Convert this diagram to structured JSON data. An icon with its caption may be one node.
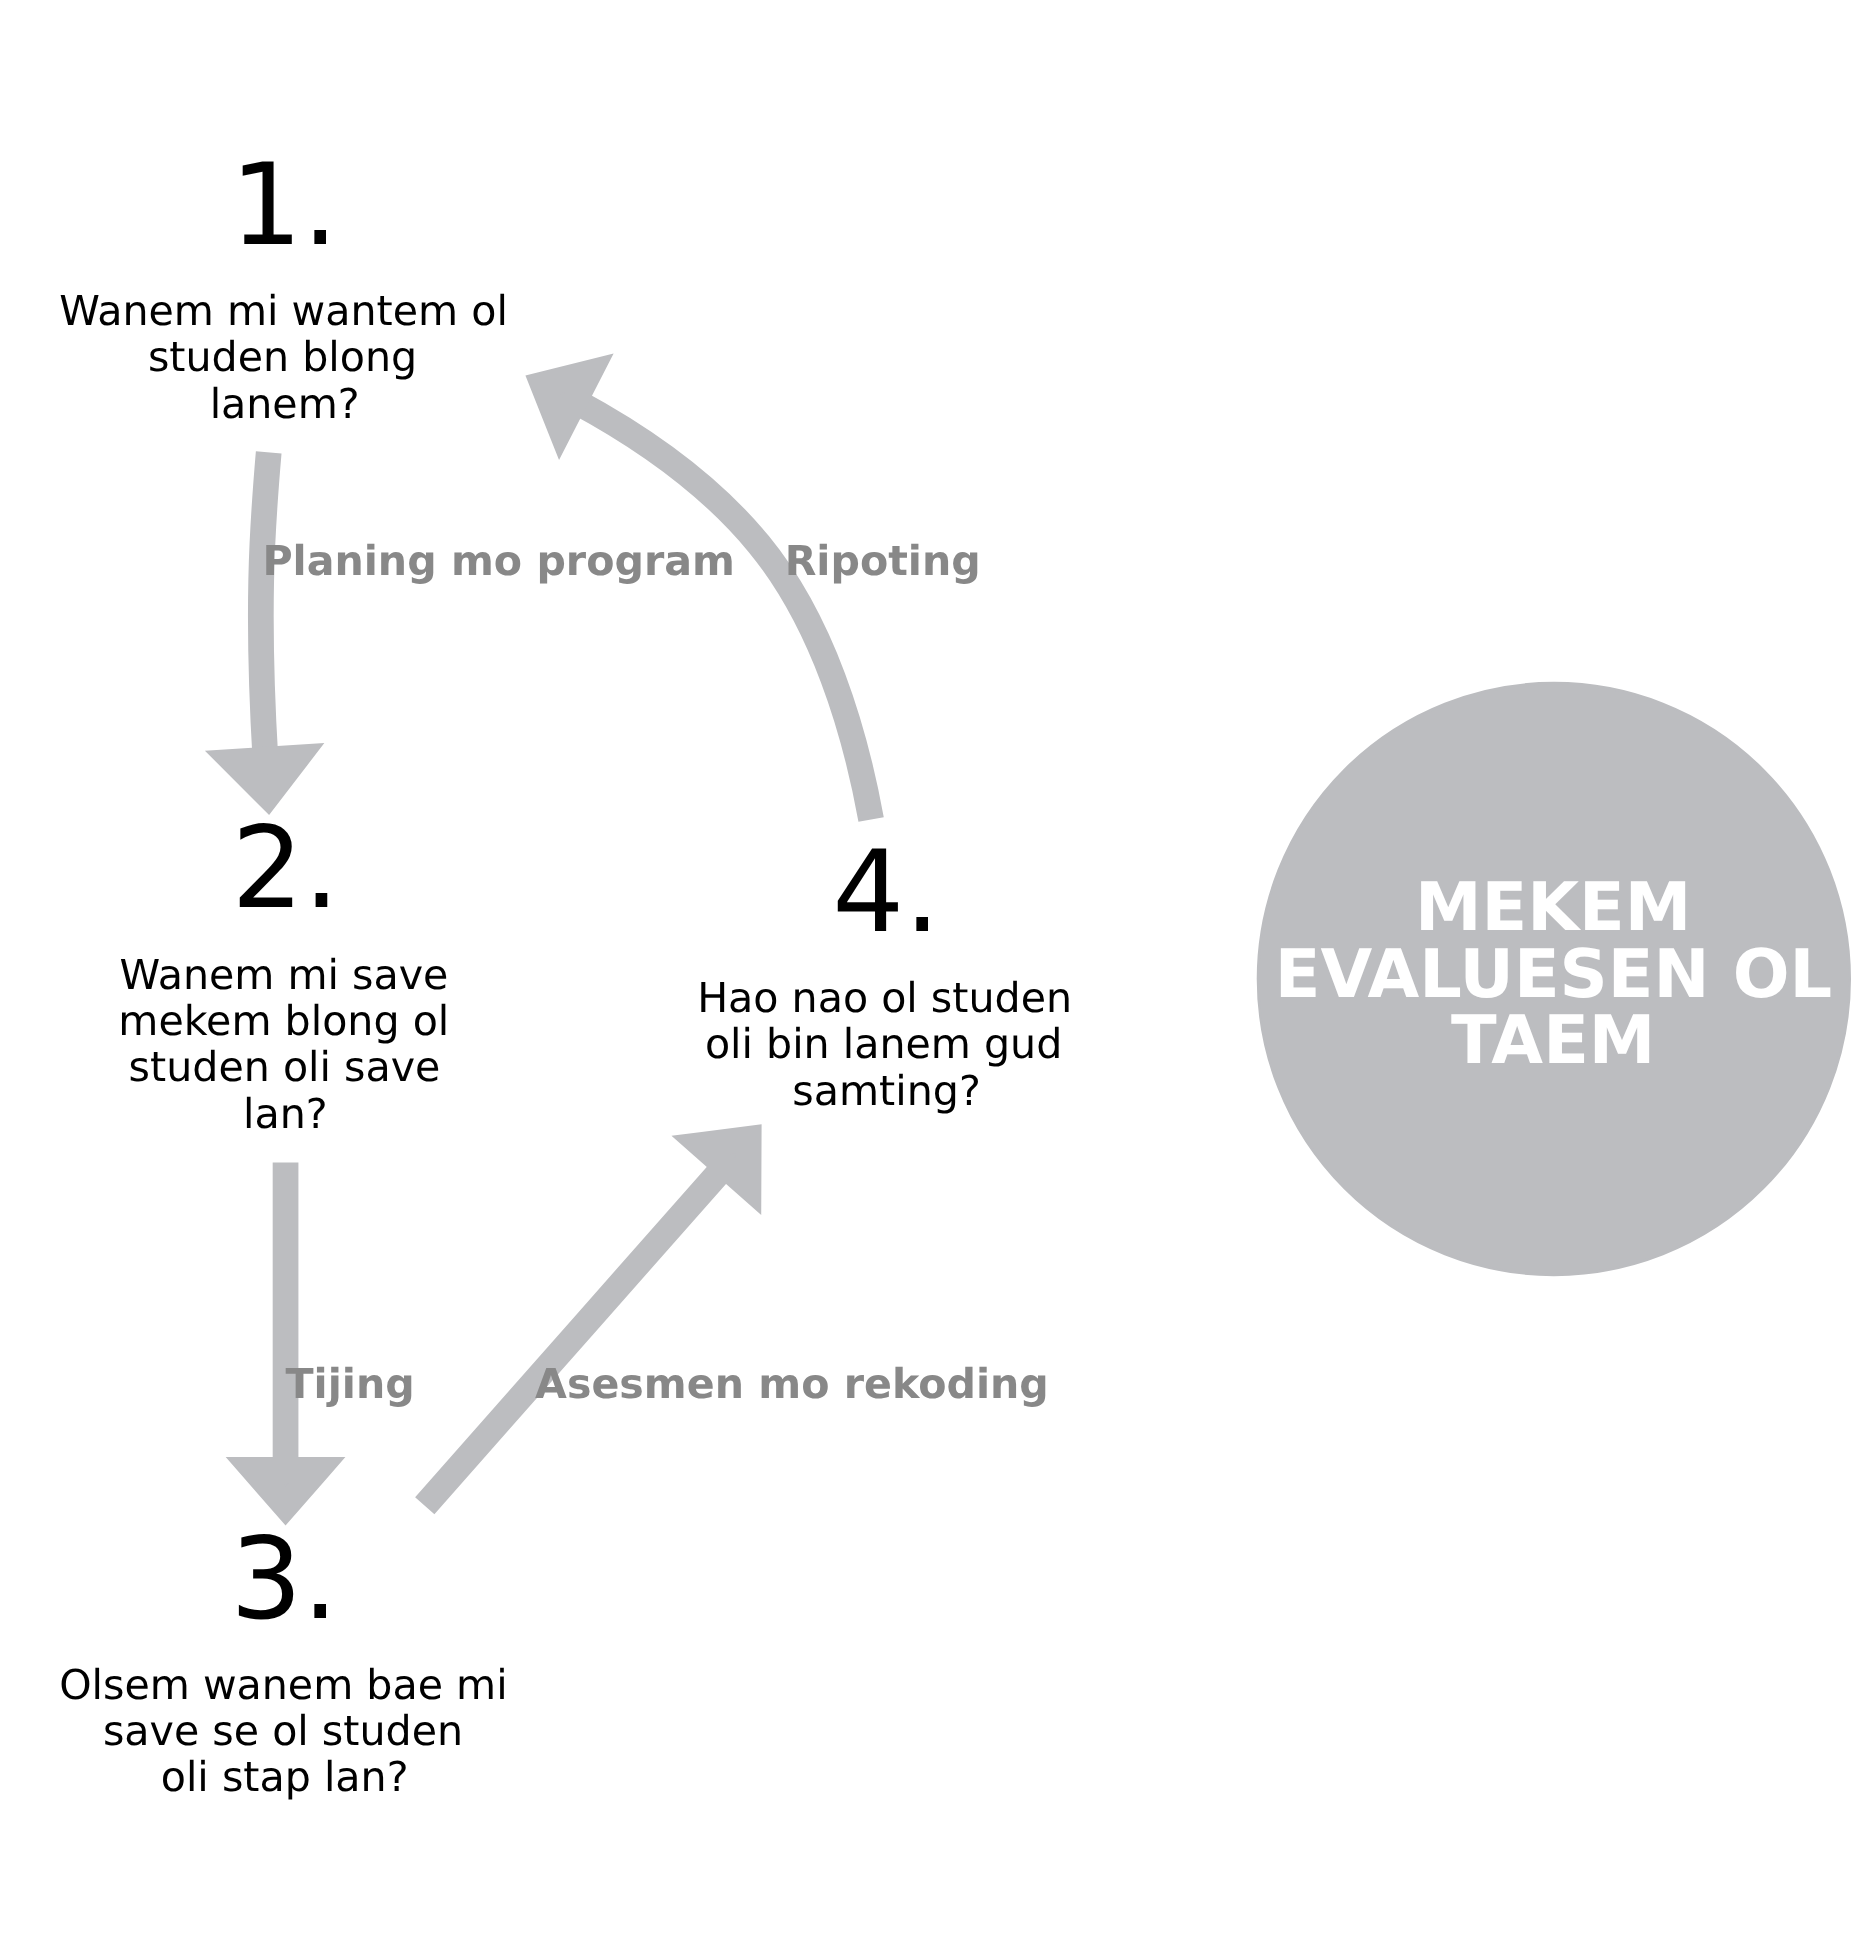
{
  "diagram": {
    "nodes": [
      {
        "text": [
          "1.",
          "Wanem mi wantem ol studen blong lanem?"
        ]
      },
      {
        "text": [
          "2.",
          "Wanem mi save mekem blong ol studen oli save lan?"
        ]
      },
      {
        "text": [
          "3.",
          "Olsem wanem bae mi save se ol studen oli stap lan?"
        ]
      },
      {
        "text": [
          "4.",
          "Hao nao ol studen oli bin lanem gud samting?"
        ]
      },
      {
        "text": [
          "MEKEM EVALUESEN OL TAEM"
        ]
      }
    ],
    "edges": [
      {
        "from": 0,
        "to": 1,
        "arrow": "to",
        "label": "Planing mo program"
      },
      {
        "from": 1,
        "to": 2,
        "arrow": "to",
        "label": "Tijing"
      },
      {
        "from": 2,
        "to": 3,
        "arrow": "to",
        "label": "Asesmen mo rekoding"
      },
      {
        "from": 3,
        "to": 0,
        "arrow": "to",
        "label": "Ripoting"
      }
    ]
  }
}
